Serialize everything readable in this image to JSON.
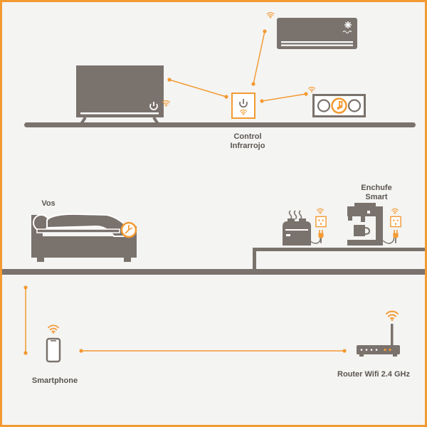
{
  "colors": {
    "accent": "#f39a32",
    "device": "#7a726c",
    "text": "#5a5550",
    "background": "#f4f4f3",
    "frame": "#f39a32"
  },
  "labels": {
    "ir_control": {
      "line1": "Control",
      "line2": "Infrarrojo"
    },
    "you": "Vos",
    "smart_plug": {
      "line1": "Enchufe",
      "line2": "Smart"
    },
    "smartphone": "Smartphone",
    "router": "Router Wifi 2.4 GHz"
  },
  "icons": [
    "tv-icon",
    "air-conditioner-icon",
    "ir-controller-icon",
    "sound-system-icon",
    "sofa-icon",
    "person-icon",
    "clock-icon",
    "toaster-icon",
    "coffee-machine-icon",
    "smart-plug-icon",
    "smartphone-icon",
    "router-icon",
    "wifi-icon",
    "power-icon",
    "music-note-icon"
  ]
}
